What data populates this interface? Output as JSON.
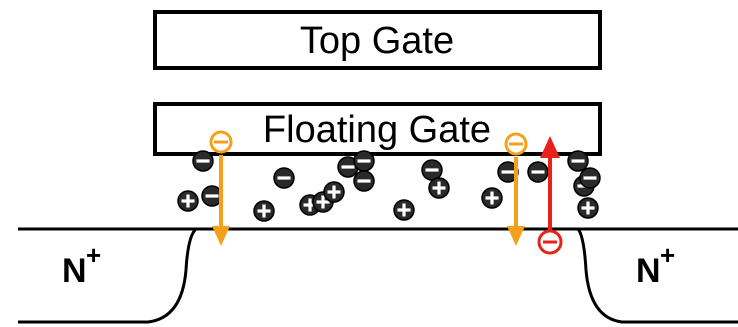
{
  "gates": {
    "top_gate_label": "Top Gate",
    "floating_gate_label": "Floating Gate"
  },
  "regions": {
    "source_label": "N",
    "source_sup": "+",
    "drain_label": "N",
    "drain_sup": "+"
  },
  "colors": {
    "outline": "#000000",
    "charge_fill": "#2a2a2a",
    "electron_arrow": "#f5a01a",
    "hole_arrow": "#e8211b"
  }
}
